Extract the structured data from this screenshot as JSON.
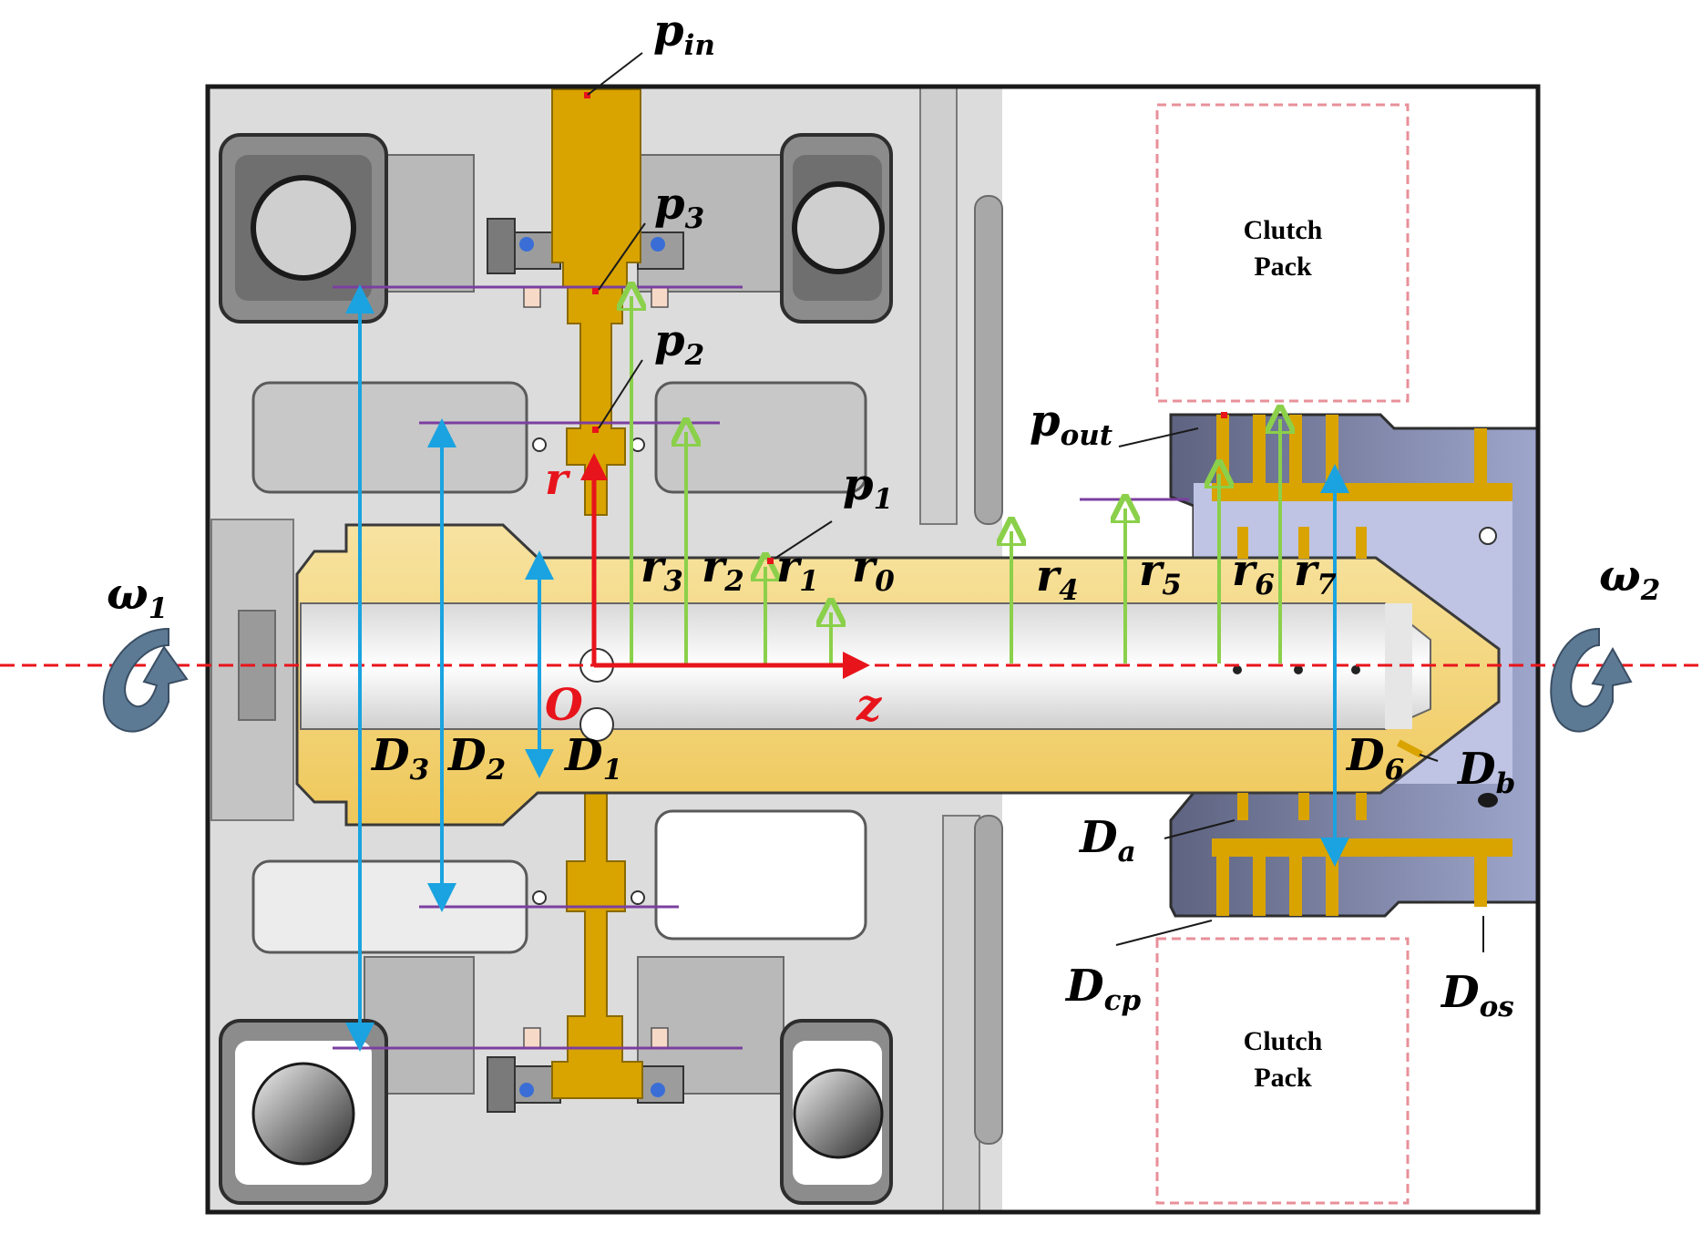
{
  "labels": {
    "p_in": {
      "base": "p",
      "sub": "in"
    },
    "p_3": {
      "base": "p",
      "sub": "3"
    },
    "p_2": {
      "base": "p",
      "sub": "2"
    },
    "p_1": {
      "base": "p",
      "sub": "1"
    },
    "p_out": {
      "base": "p",
      "sub": "out"
    },
    "r_axis": "r",
    "z_axis": "z",
    "origin": "O",
    "r_3": {
      "base": "r",
      "sub": "3"
    },
    "r_2": {
      "base": "r",
      "sub": "2"
    },
    "r_1": {
      "base": "r",
      "sub": "1"
    },
    "r_0": {
      "base": "r",
      "sub": "0"
    },
    "r_4": {
      "base": "r",
      "sub": "4"
    },
    "r_5": {
      "base": "r",
      "sub": "5"
    },
    "r_6": {
      "base": "r",
      "sub": "6"
    },
    "r_7": {
      "base": "r",
      "sub": "7"
    },
    "D_3": {
      "base": "D",
      "sub": "3"
    },
    "D_2": {
      "base": "D",
      "sub": "2"
    },
    "D_1": {
      "base": "D",
      "sub": "1"
    },
    "D_6": {
      "base": "D",
      "sub": "6"
    },
    "D_b": {
      "base": "D",
      "sub": "b"
    },
    "D_a": {
      "base": "D",
      "sub": "a"
    },
    "D_cp": {
      "base": "D",
      "sub": "cp"
    },
    "D_os": {
      "base": "D",
      "sub": "os"
    },
    "omega_1": {
      "base": "ω",
      "sub": "1"
    },
    "omega_2": {
      "base": "ω",
      "sub": "2"
    }
  },
  "clutch_top": {
    "line1": "Clutch",
    "line2": "Pack"
  },
  "clutch_bottom": {
    "line1": "Clutch",
    "line2": "Pack"
  },
  "colors": {
    "frame": "#1a1a1a",
    "housing": "#d9d9d9",
    "housing_dark": "#8a8a8a",
    "shaft_gold": "#f2cf6a",
    "channel_gold": "#d9a300",
    "clutch_gray": "#6e7493",
    "blue_arrow": "#1aa3e0",
    "green_arrow": "#8bd04a",
    "red_axis": "#e8141b",
    "purple_line": "#7b3fa0",
    "dash_pink": "#e8909a",
    "omega_arrow": "#5d7a95"
  }
}
